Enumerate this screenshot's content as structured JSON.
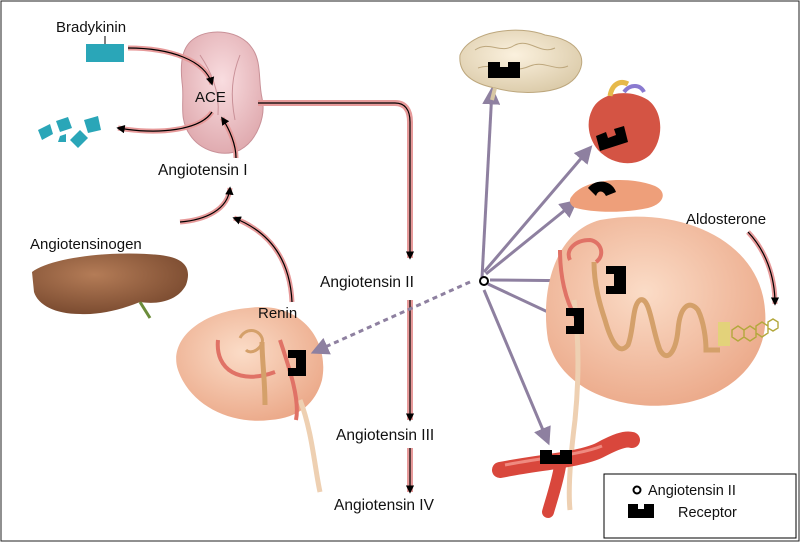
{
  "labels": {
    "bradykinin": "Bradykinin",
    "ace": "ACE",
    "angiotensin_1": "Angiotensin I",
    "angiotensinogen": "Angiotensinogen",
    "renin": "Renin",
    "angiotensin_2": "Angiotensin II",
    "angiotensin_3": "Angiotensin III",
    "angiotensin_4": "Angiotensin IV",
    "aldosterone": "Aldosterone"
  },
  "legend": {
    "angiotensin_2": "Angiotensin II",
    "receptor": "Receptor"
  },
  "colors": {
    "arrow_pink": "#e79a9a",
    "arrow_purple": "#8e80a0",
    "receptor": "#000000",
    "bradykinin": "#2aa6b8",
    "kidney": "#f4c1a4",
    "liver": "#8e5a3a",
    "lung": "#f1c0c4",
    "vessel": "#d9473c",
    "nephron": "#e07266",
    "adrenal": "#ee9f7a",
    "aldosterone_molecule": "#e3d27a"
  }
}
